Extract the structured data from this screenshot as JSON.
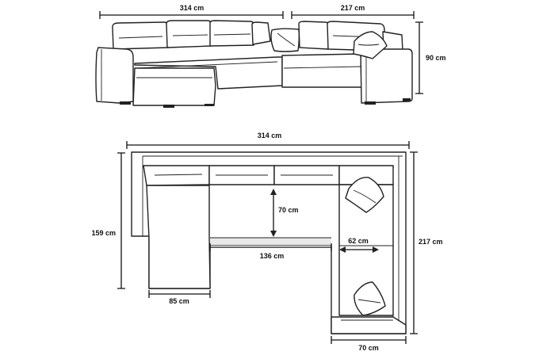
{
  "labels": {
    "front_width_left": "314 cm",
    "front_width_right": "217 cm",
    "front_height": "90 cm",
    "top_width": "314 cm",
    "top_left_depth": "159 cm",
    "top_right_depth": "217 cm",
    "seat_depth": "70 cm",
    "inner_width": "136 cm",
    "inner_arm_gap": "62 cm",
    "chaise_width": "85 cm",
    "right_leg_width": "70 cm"
  }
}
